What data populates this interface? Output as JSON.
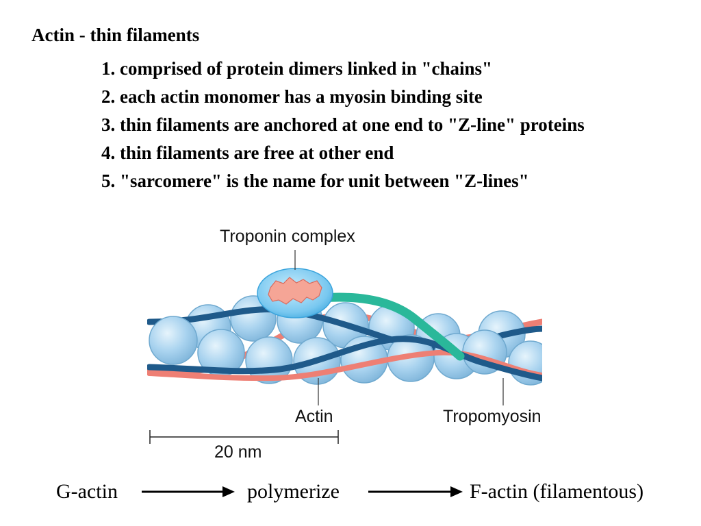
{
  "heading": "Actin - thin filaments",
  "points": [
    "1. comprised of protein dimers linked in \"chains\"",
    "2. each actin monomer has a myosin binding site",
    "3. thin filaments are anchored at one end to \"Z-line\" proteins",
    "4. thin filaments are free at other end",
    "5. \"sarcomere\" is the name for unit between \"Z-lines\""
  ],
  "figure": {
    "labels": {
      "troponin": "Troponin complex",
      "actin": "Actin",
      "tropomyosin": "Tropomyosin",
      "scale": "20 nm"
    },
    "colors": {
      "actin_bead": "#a9d3ef",
      "actin_bead_edge": "#6fa9cf",
      "tropomyosin_dark": "#1f5a8a",
      "tropomyosin_red": "#ee7f74",
      "troponin_shell": "#79c8f0",
      "troponin_core": "#f5a596",
      "troponin_tail": "#2ab89a"
    }
  },
  "pathway": {
    "start": "G-actin",
    "middle": "polymerize",
    "end": "F-actin (filamentous)"
  }
}
